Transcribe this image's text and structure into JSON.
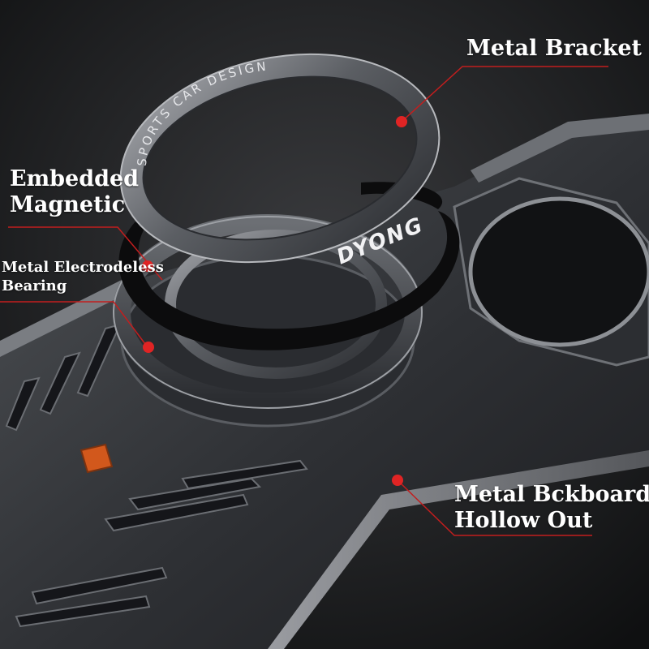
{
  "colors": {
    "background": "#1e1f21",
    "metal_dark": "#3a3c40",
    "metal_light": "#8a8d92",
    "callout_dot": "#e02424",
    "callout_line": "#c21e1e",
    "accent_orange": "#d2581c",
    "text": "#ffffff"
  },
  "ring_top_text": "SPORTS CAR DESIGN",
  "ring_brand_text": "DYONG",
  "labels": {
    "metal_bracket": "Metal Bracket",
    "embedded_magnetic": [
      "Embedded",
      "Magnetic"
    ],
    "bearing": [
      "Metal Electrodeless",
      "Bearing"
    ],
    "backboard": [
      "Metal Bckboard",
      "Hollow Out"
    ]
  },
  "icons": [
    "callout-dot-icon"
  ]
}
